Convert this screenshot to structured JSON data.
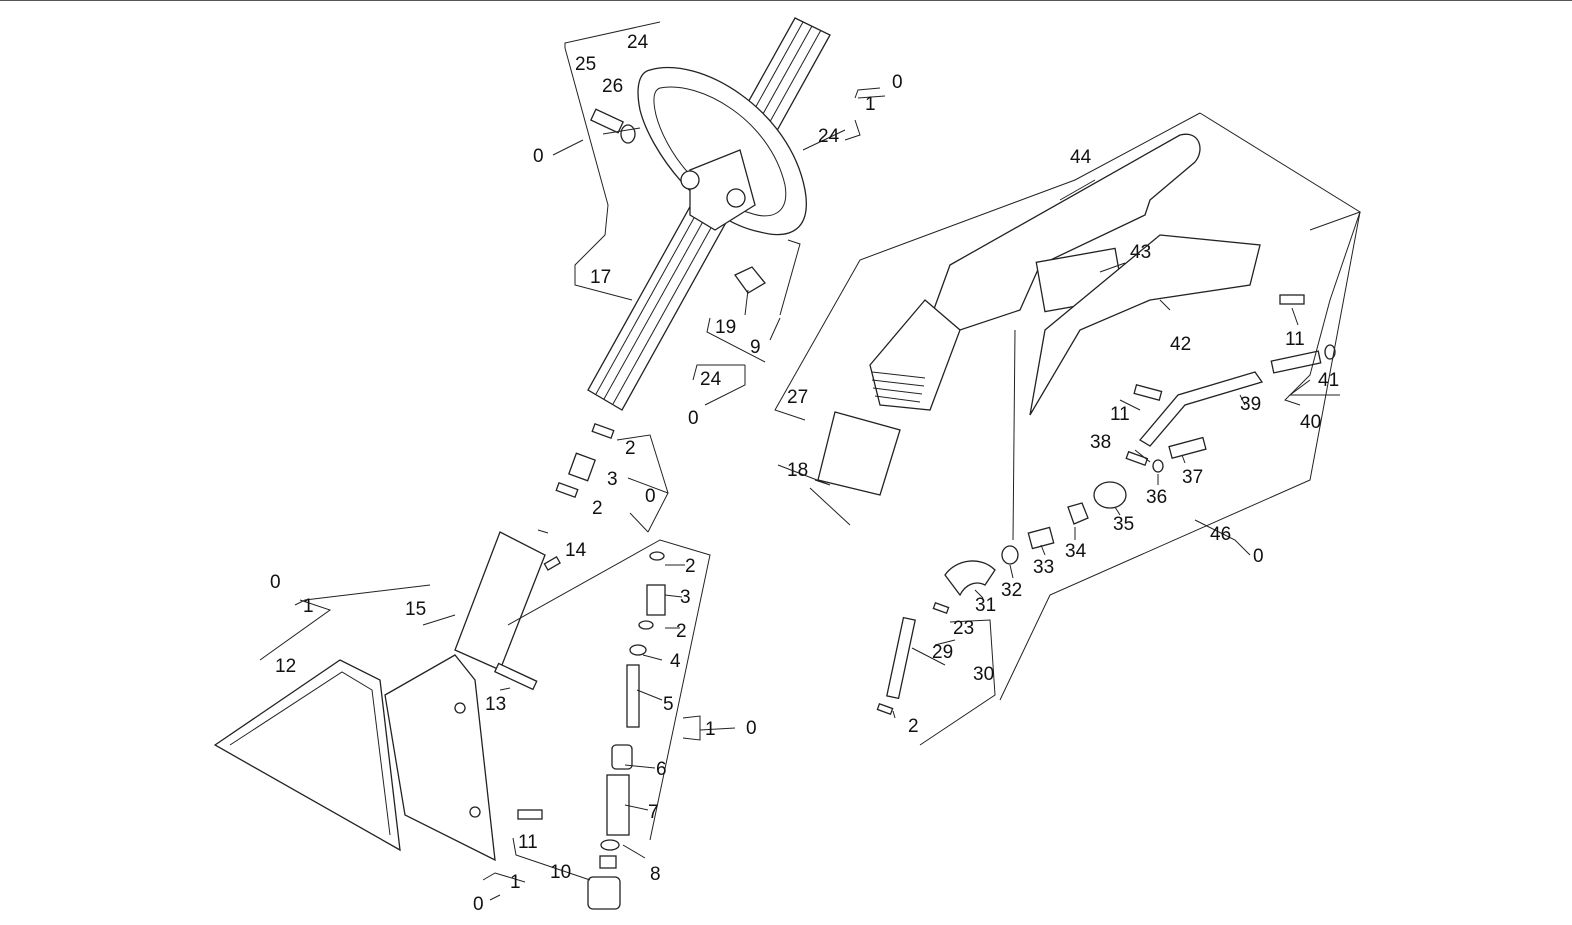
{
  "labels": {
    "l24a": "24",
    "l25": "25",
    "l26": "26",
    "l0a": "0",
    "l0b": "0",
    "l1a": "1",
    "l24b": "24",
    "l17": "17",
    "l19": "19",
    "l9": "9",
    "l24c": "24",
    "l0c": "0",
    "l2a": "2",
    "l3a": "3",
    "l0d": "0",
    "l2b": "2",
    "l14": "14",
    "l0e": "0",
    "l1b": "1",
    "l15": "15",
    "l12": "12",
    "l13": "13",
    "l2c": "2",
    "l3b": "3",
    "l2d": "2",
    "l4": "4",
    "l5": "5",
    "l1c": "1",
    "l0f": "0",
    "l6": "6",
    "l7": "7",
    "l8": "8",
    "l11a": "11",
    "l10": "10",
    "l1d": "1",
    "l0g": "0",
    "l44": "44",
    "l43": "43",
    "l11b": "11",
    "l42": "42",
    "l41": "41",
    "l27": "27",
    "l11c": "11",
    "l39": "39",
    "l40": "40",
    "l38": "38",
    "l37": "37",
    "l18": "18",
    "l36": "36",
    "l35": "35",
    "l46": "46",
    "l0h": "0",
    "l34": "34",
    "l33": "33",
    "l32": "32",
    "l31": "31",
    "l23": "23",
    "l29": "29",
    "l30": "30",
    "l2e": "2"
  }
}
